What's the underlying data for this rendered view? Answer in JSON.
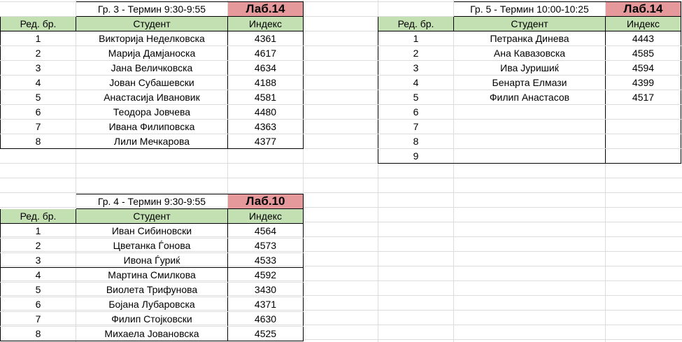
{
  "group3": {
    "title": "Гр. 3 - Термин 9:30-9:55",
    "lab": "Лаб.14",
    "headers": [
      "Ред. бр.",
      "Студент",
      "Индекс"
    ],
    "rows": [
      [
        "1",
        "Викторија Неделковска",
        "4361"
      ],
      [
        "2",
        "Марија Дамјаноска",
        "4617"
      ],
      [
        "3",
        "Јана Величковска",
        "4634"
      ],
      [
        "4",
        "Јован Субашевски",
        "4188"
      ],
      [
        "5",
        "Анастасија Ивановик",
        "4581"
      ],
      [
        "6",
        "Теодора Јовчева",
        "4480"
      ],
      [
        "7",
        "Ивана Филиповска",
        "4363"
      ],
      [
        "8",
        "Лили Мечкарова",
        "4377"
      ]
    ]
  },
  "group5": {
    "title": "Гр. 5 - Термин 10:00-10:25",
    "lab": "Лаб.14",
    "headers": [
      "Ред. бр.",
      "Студент",
      "Индекс"
    ],
    "rows": [
      [
        "1",
        "Петранка Динева",
        "4443"
      ],
      [
        "2",
        "Ана Кавазовска",
        "4585"
      ],
      [
        "3",
        "Ива Јуришиќ",
        "4594"
      ],
      [
        "4",
        "Бенарта Елмази",
        "4399"
      ],
      [
        "5",
        "Филип Анастасов",
        "4517"
      ],
      [
        "6",
        "",
        ""
      ],
      [
        "7",
        "",
        ""
      ],
      [
        "8",
        "",
        ""
      ],
      [
        "9",
        "",
        ""
      ]
    ]
  },
  "group4": {
    "title": "Гр. 4 - Термин 9:30-9:55",
    "lab": "Лаб.10",
    "headers": [
      "Ред. бр.",
      "Студент",
      "Индекс"
    ],
    "rows": [
      [
        "1",
        "Иван Сибиновски",
        "4564"
      ],
      [
        "2",
        "Цветанка Ѓонова",
        "4573"
      ],
      [
        "3",
        "Ивона Ѓуриќ",
        "4533"
      ],
      [
        "4",
        "Мартина Смилкова",
        "4592"
      ],
      [
        "5",
        "Виолета Трифунова",
        "3430"
      ],
      [
        "6",
        "Бојана Лубаровска",
        "4371"
      ],
      [
        "7",
        "Филип Стојковски",
        "4630"
      ],
      [
        "8",
        "Михаела Јовановска",
        "4525"
      ]
    ]
  },
  "colors": {
    "lab_badge": "#e6999b",
    "header_fill": "#c3e0b2",
    "gridline": "#dadcdd"
  }
}
